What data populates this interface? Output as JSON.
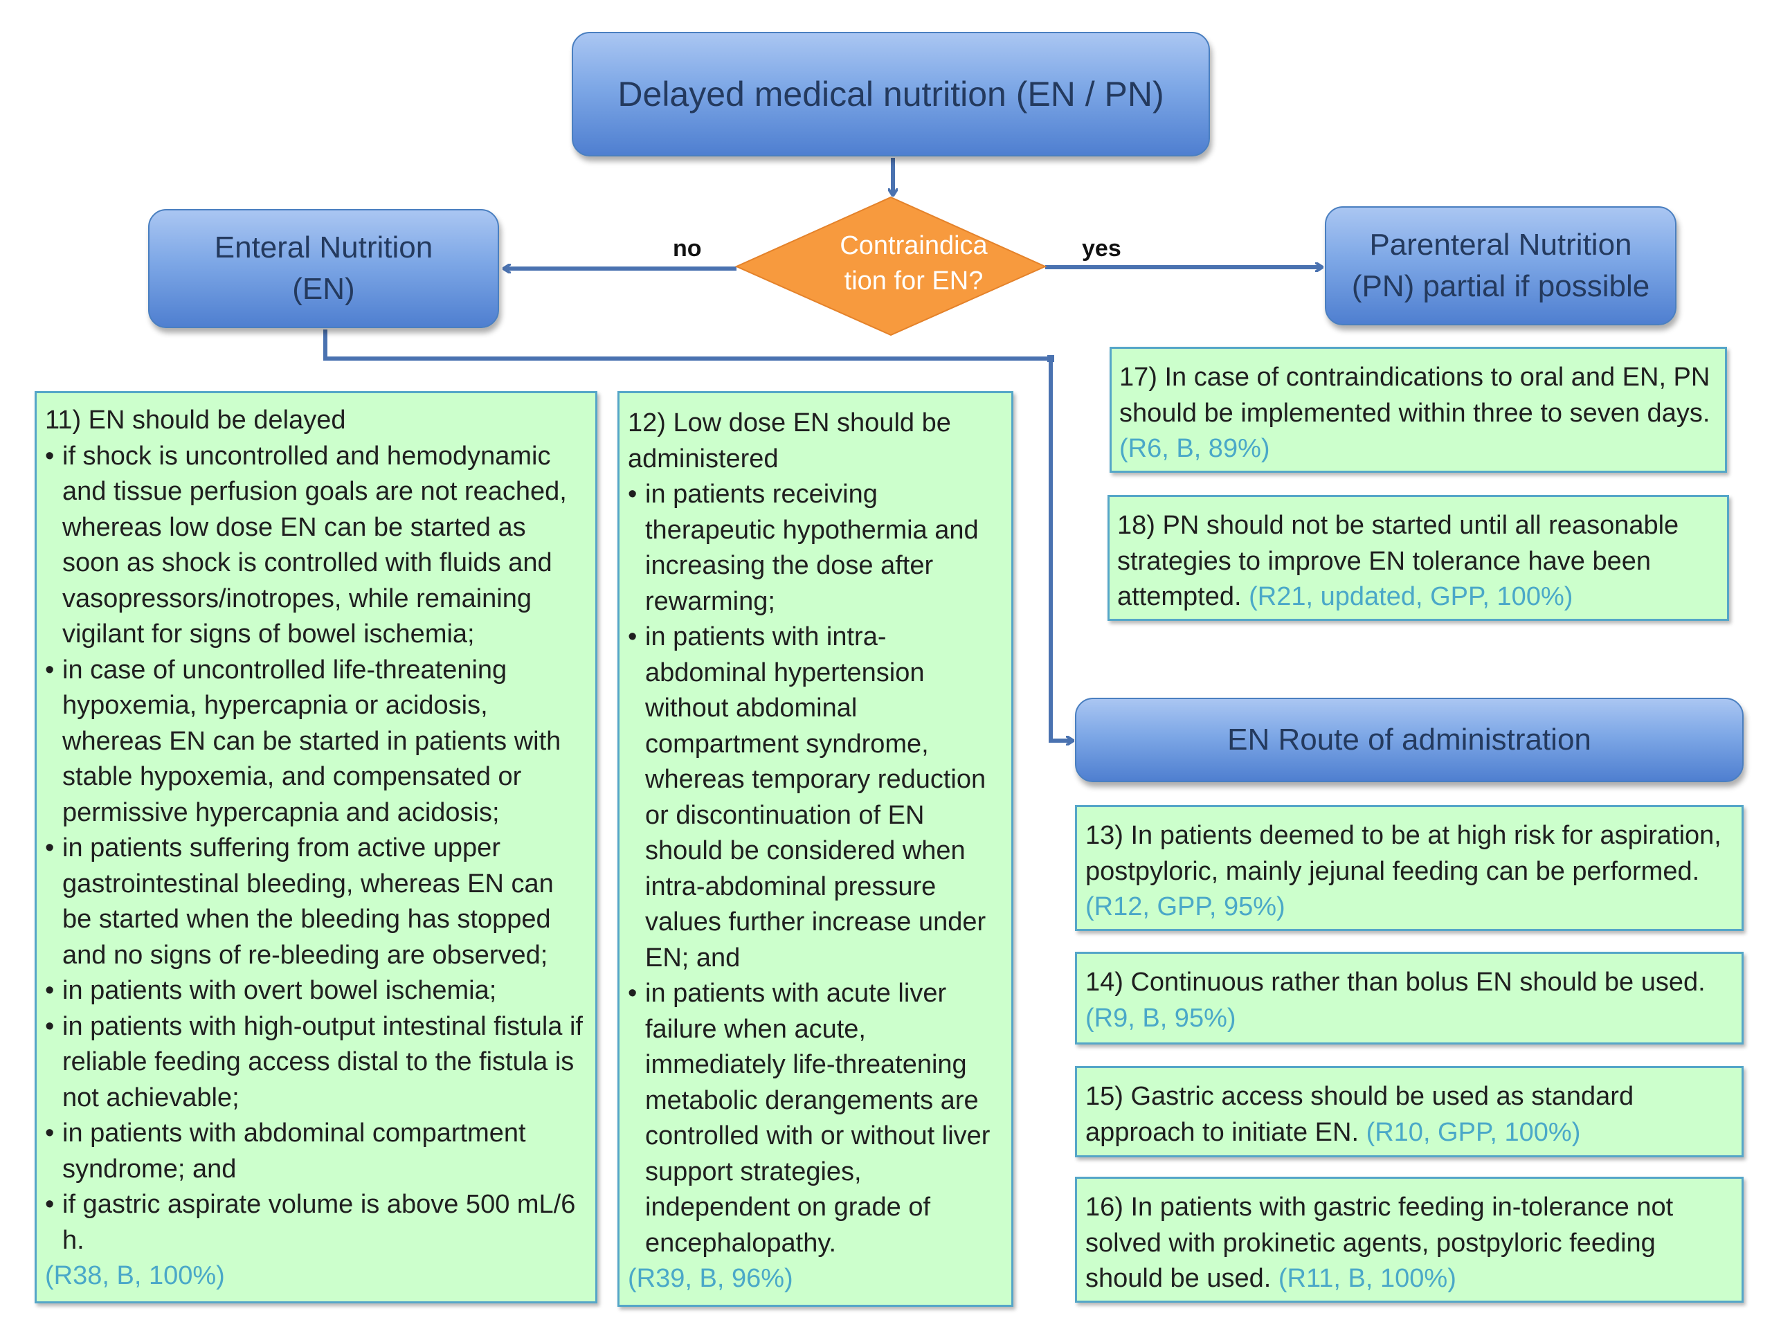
{
  "top": {
    "title": "Delayed medical nutrition (EN / PN)"
  },
  "decision": {
    "line1": "Contraindica",
    "line2": "tion for EN?",
    "no_label": "no",
    "yes_label": "yes"
  },
  "enteral": {
    "line1": "Enteral Nutrition",
    "line2": "(EN)"
  },
  "parenteral": {
    "line1": "Parenteral Nutrition",
    "line2": "(PN) partial if possible"
  },
  "route": {
    "title": "EN Route of administration"
  },
  "rec11": {
    "heading": "11) EN should be delayed",
    "items": [
      "if shock is uncontrolled and hemodynamic and tissue perfusion goals are not reached, whereas low dose EN can be started as soon as shock is controlled with fluids and vasopressors/inotropes, while remaining vigilant for signs of bowel ischemia;",
      "in case of uncontrolled life-threatening hypoxemia, hypercapnia or acidosis, whereas EN can be started in patients with stable hypoxemia, and compensated or permissive hypercapnia and acidosis;",
      "in patients suffering from active upper gastrointestinal bleeding, whereas EN can be started when the bleeding has stopped and no signs of re-bleeding are observed;",
      "in patients with overt bowel ischemia;",
      "in patients with high-output intestinal fistula if reliable feeding access distal to the fistula is not achievable;",
      "in patients with abdominal compartment syndrome; and",
      "if gastric aspirate volume is above 500 mL/6 h."
    ],
    "ref": "(R38, B, 100%)"
  },
  "rec12": {
    "heading": "12) Low dose EN should be administered",
    "items": [
      "in patients receiving therapeutic hypothermia and increasing the dose after rewarming;",
      "in patients with intra-abdominal hypertension without abdominal compartment syndrome, whereas temporary reduction or discontinuation of EN should be considered when intra-abdominal pressure values further increase under EN; and",
      "in patients with acute liver failure when acute, immediately life-threatening metabolic derangements are controlled with or without liver support strategies, independent on grade of encephalopathy."
    ],
    "ref": "(R39, B, 96%)"
  },
  "rec17": {
    "text": "17) In case of contraindications to oral and EN, PN should be implemented within three to seven days.",
    "ref": "(R6, B, 89%)"
  },
  "rec18": {
    "text": "18) PN should not be started until all reasonable strategies to improve EN tolerance have been attempted.",
    "ref": "(R21, updated, GPP, 100%)"
  },
  "rec13": {
    "text": "13) In patients deemed to be at high risk for aspiration, postpyloric, mainly jejunal feeding can be performed.",
    "ref": "(R12, GPP, 95%)"
  },
  "rec14": {
    "text": "14) Continuous rather than bolus EN should be used.",
    "ref": "(R9, B, 95%)"
  },
  "rec15": {
    "text": "15) Gastric access should be used as standard approach to initiate EN.",
    "ref": "(R10, GPP, 100%)"
  },
  "rec16": {
    "text": "16) In patients with gastric feeding in-tolerance not solved with prokinetic agents, postpyloric feeding should be used.",
    "ref": "(R11, B, 100%)"
  },
  "colors": {
    "node_blue": "#7da7e6",
    "decision_orange": "#f79a3e",
    "rec_green": "#ccffcc",
    "connector": "#4a72b0",
    "reference_text": "#4aa8c8"
  }
}
